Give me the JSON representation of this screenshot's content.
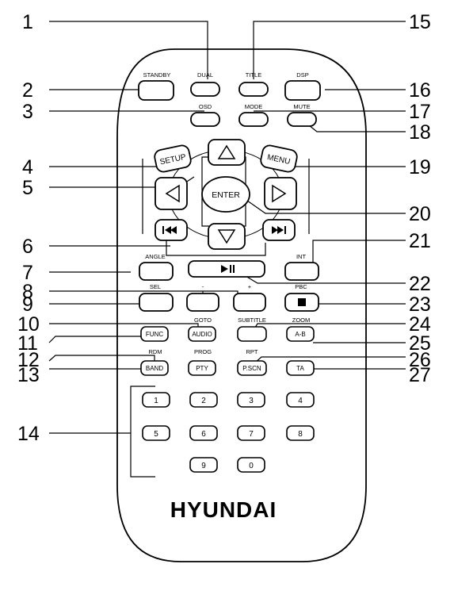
{
  "brand": "HYUNDAI",
  "callouts": [
    "1",
    "2",
    "3",
    "4",
    "5",
    "6",
    "7",
    "8",
    "9",
    "10",
    "11",
    "12",
    "13",
    "14",
    "15",
    "16",
    "17",
    "18",
    "19",
    "20",
    "21",
    "22",
    "23",
    "24",
    "25",
    "26",
    "27"
  ],
  "labels": {
    "standby": "STANDBY",
    "dual": "DUAL",
    "title": "TITLE",
    "dsp": "DSP",
    "osd": "OSD",
    "mode": "MODE",
    "mute": "MUTE",
    "angle": "ANGLE",
    "int": "INT",
    "sel": "SEL",
    "minus": "-",
    "plus": "+",
    "pbc": "PBC",
    "goto": "GOTO",
    "subtitle": "SUBTITLE",
    "zoom": "ZOOM",
    "rdm": "RDM",
    "prog": "PROG",
    "rpt": "RPT"
  },
  "buttons": {
    "setup": "SETUP",
    "menu": "MENU",
    "enter": "ENTER",
    "func": "FUNC",
    "audio": "AUDIO",
    "ab": "A-B",
    "band": "BAND",
    "pty": "PTY",
    "pscn": "P.SCN",
    "ta": "TA",
    "digits": [
      "1",
      "2",
      "3",
      "4",
      "5",
      "6",
      "7",
      "8",
      "9",
      "0"
    ]
  },
  "icons": {
    "up": "up-arrow-icon",
    "down": "down-arrow-icon",
    "left": "left-arrow-icon",
    "right": "right-arrow-icon",
    "prev": "previous-track-icon",
    "next": "next-track-icon",
    "playpause": "play-pause-icon",
    "stop": "stop-icon"
  },
  "colors": {
    "line": "#000000",
    "body": "#ffffff"
  }
}
